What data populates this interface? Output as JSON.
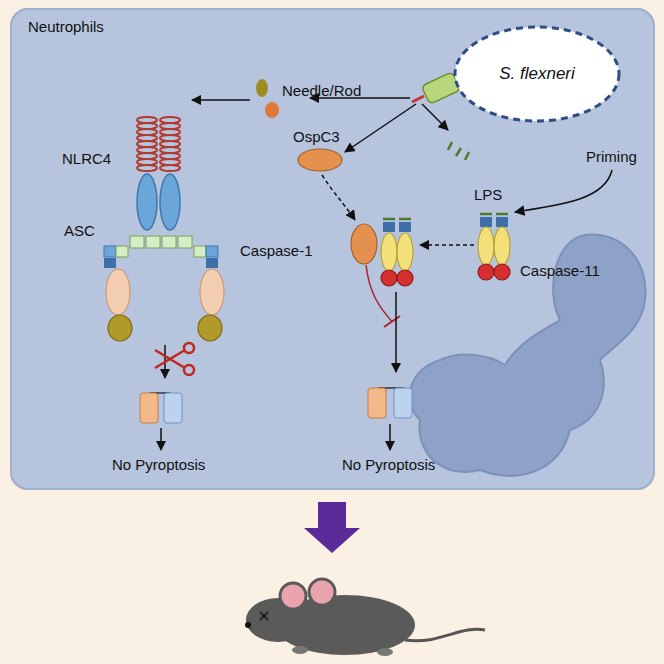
{
  "diagram": {
    "nodes": [
      {
        "text": [
          "Neutrophils"
        ]
      },
      {
        "text": [
          "S. flexneri"
        ],
        "in": 0
      }
    ],
    "labels": [
      "Needle/Rod",
      "NLRC4",
      "ASC",
      "Caspase-1",
      "OspC3",
      "LPS",
      "Priming",
      "Caspase-11",
      "No Pyroptosis",
      "No Pyroptosis"
    ]
  }
}
